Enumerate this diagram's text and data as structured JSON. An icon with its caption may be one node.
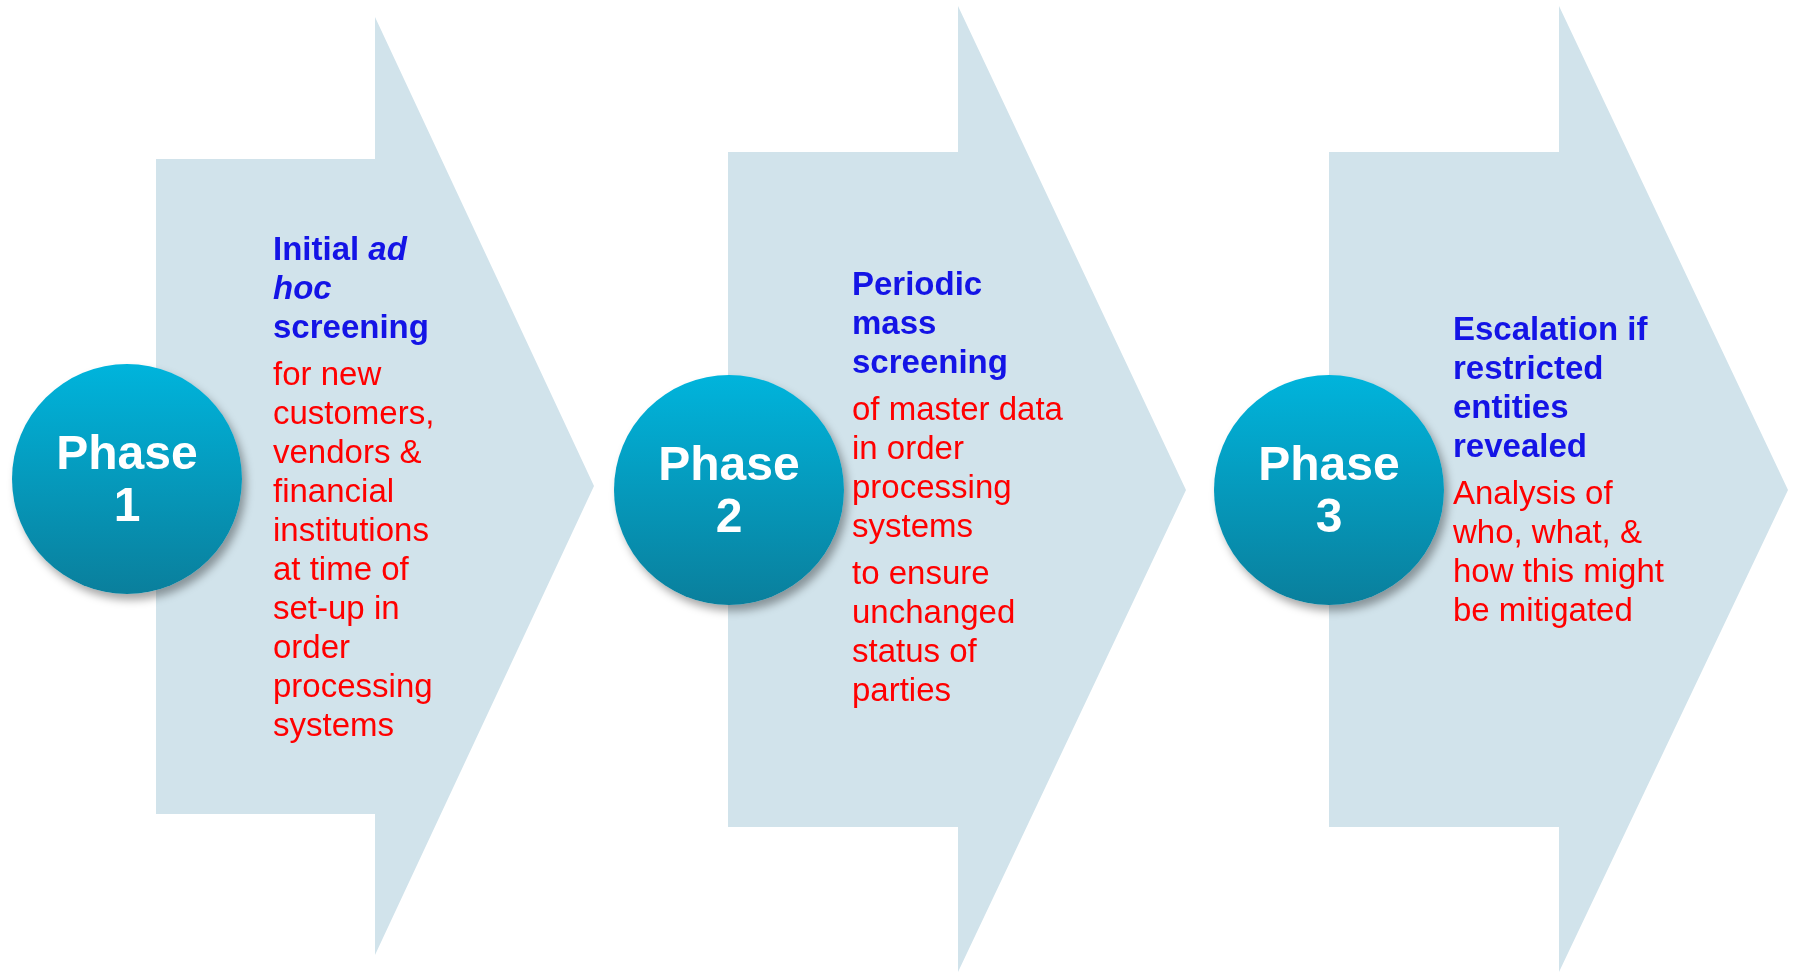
{
  "diagram": {
    "nodes": [
      {
        "text": [
          "Phase 1"
        ]
      },
      {
        "text": [
          "Initial *ad hoc* screening",
          "for new customers, vendors & financial institutions at time of set-up in order processing systems"
        ]
      },
      {
        "text": [
          "Phase 2"
        ]
      },
      {
        "text": [
          "Periodic mass screening",
          "of master data in order processing systems",
          "to ensure unchanged status of parties"
        ]
      },
      {
        "text": [
          "Phase 3"
        ]
      },
      {
        "text": [
          "Escalation if restricted entities revealed",
          "Analysis of who, what, & how this might be mitigated"
        ]
      }
    ]
  }
}
